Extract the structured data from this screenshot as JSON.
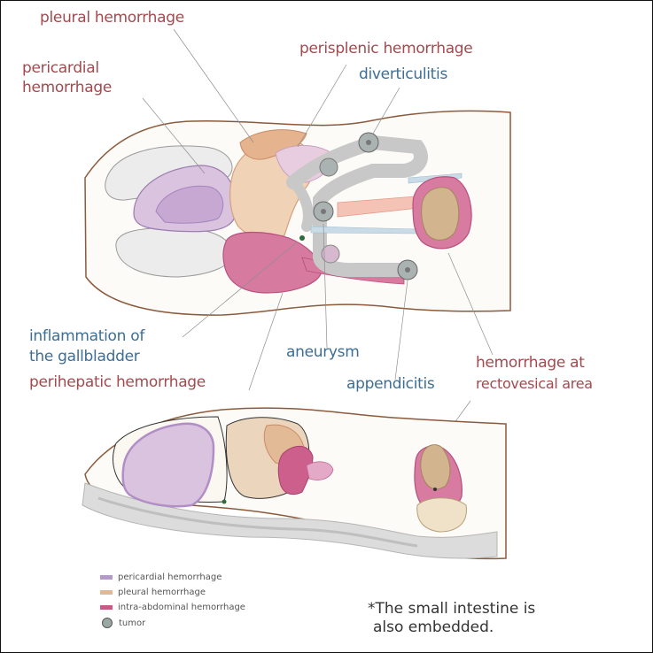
{
  "labels": {
    "pleural_hemorrhage": "pleural hemorrhage",
    "pericardial_hemorrhage_line1": "pericardial",
    "pericardial_hemorrhage_line2": "hemorrhage",
    "perisplenic_hemorrhage": "perisplenic hemorrhage",
    "diverticulitis": "diverticulitis",
    "inflammation_line1": "inflammation of",
    "inflammation_line2": "the gallbladder",
    "perihepatic_hemorrhage": "perihepatic hemorrhage",
    "aneurysm": "aneurysm",
    "appendicitis": "appendicitis",
    "rectovesical_line1": "hemorrhage at",
    "rectovesical_line2": "rectovesical area"
  },
  "legend": {
    "items": [
      {
        "label": "pericardial hemorrhage",
        "color": "#b49ac8"
      },
      {
        "label": "pleural hemorrhage",
        "color": "#e0b896"
      },
      {
        "label": "intra-abdominal hemorrhage",
        "color": "#c95a86"
      },
      {
        "label": "tumor",
        "color": "#9aa8a5"
      }
    ]
  },
  "note": {
    "line1": "*The small intestine is",
    "line2": "also embedded."
  },
  "colors": {
    "label_red": "#a34a4f",
    "label_blue": "#3d6e95",
    "outline_brown": "#8b5a3c",
    "pericardial": "#b49ac8",
    "pleural": "#e0b896",
    "intra_abdominal": "#c95a86",
    "tumor": "#9aa8a5"
  }
}
